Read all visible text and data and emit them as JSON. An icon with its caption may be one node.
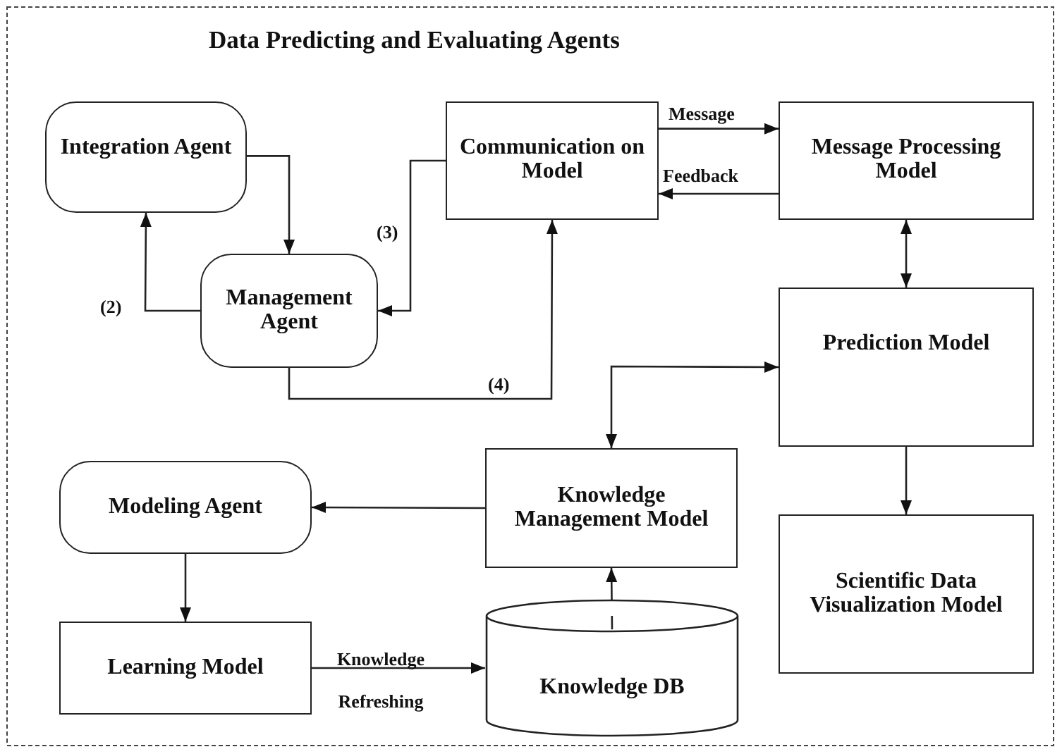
{
  "diagram": {
    "title": "Data Predicting and Evaluating Agents",
    "nodes": [
      {
        "text": [
          "Integration Agent"
        ]
      },
      {
        "text": [
          "Management Agent"
        ]
      },
      {
        "text": [
          "Communication on Model"
        ]
      },
      {
        "text": [
          "Message Processing Model"
        ]
      },
      {
        "text": [
          "Prediction Model"
        ]
      },
      {
        "text": [
          "Knowledge Management Model"
        ]
      },
      {
        "text": [
          "Modeling Agent"
        ]
      },
      {
        "text": [
          "Learning Model"
        ]
      },
      {
        "text": [
          "Knowledge DB"
        ]
      },
      {
        "text": [
          "Scientific Data Visualization Model"
        ]
      }
    ],
    "edges": [
      {
        "from": 0,
        "to": 1,
        "arrow": "to"
      },
      {
        "from": 1,
        "to": 0,
        "arrow": "to",
        "label": "(2)"
      },
      {
        "from": 2,
        "to": 1,
        "arrow": "to",
        "label": "(3)"
      },
      {
        "from": 1,
        "to": 2,
        "arrow": "to",
        "label": "(4)"
      },
      {
        "from": 2,
        "to": 3,
        "arrow": "to",
        "label": "Message"
      },
      {
        "from": 3,
        "to": 2,
        "arrow": "to",
        "label": "Feedback"
      },
      {
        "from": 3,
        "to": 4,
        "arrow": "both"
      },
      {
        "from": 5,
        "to": 4,
        "arrow": "both"
      },
      {
        "from": 4,
        "to": 9,
        "arrow": "to"
      },
      {
        "from": 5,
        "to": 6,
        "arrow": "to"
      },
      {
        "from": 6,
        "to": 7,
        "arrow": "to"
      },
      {
        "from": 7,
        "to": 8,
        "arrow": "to",
        "label": "Knowledge Refreshing"
      },
      {
        "from": 8,
        "to": 5,
        "arrow": "to"
      }
    ]
  }
}
